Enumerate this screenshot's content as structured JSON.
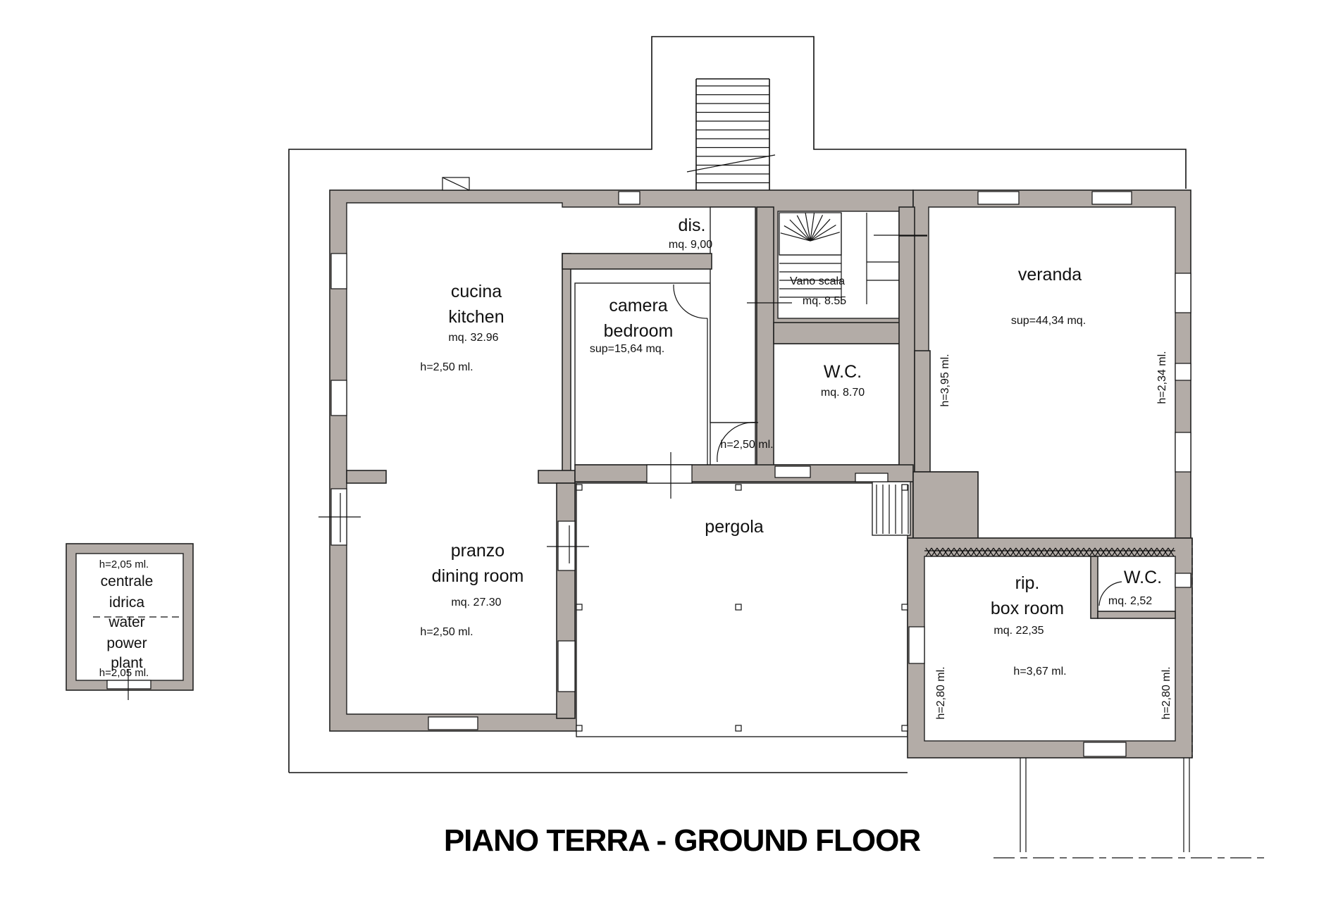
{
  "title": "PIANO TERRA - GROUND FLOOR",
  "rooms": {
    "kitchen": {
      "it": "cucina",
      "en": "kitchen",
      "area": "mq. 32.96",
      "height": "h=2,50 ml."
    },
    "dining": {
      "it": "pranzo",
      "en": "dining room",
      "area": "mq. 27.30",
      "height": "h=2,50 ml."
    },
    "bedroom": {
      "it": "camera",
      "en": "bedroom",
      "area": "sup=15,64 mq.",
      "height": "h=2,50 ml."
    },
    "dis": {
      "name": "dis.",
      "area": "mq. 9,00"
    },
    "stair": {
      "name": "Vano scala",
      "area": "mq. 8.55"
    },
    "wc1": {
      "name": "W.C.",
      "area": "mq. 8.70"
    },
    "veranda": {
      "name": "veranda",
      "area": "sup=44,34 mq.",
      "h_left": "h=3,95 ml.",
      "h_right": "h=2,34 ml."
    },
    "pergola": {
      "name": "pergola"
    },
    "boxroom": {
      "it": "rip.",
      "en": "box room",
      "area": "mq. 22,35",
      "height": "h=3,67 ml.",
      "h_left": "h=2,80 ml.",
      "h_right": "h=2,80 ml."
    },
    "wc2": {
      "name": "W.C.",
      "area": "mq. 2,52"
    },
    "plant": {
      "lines": [
        "centrale",
        "idrica",
        "water",
        "power",
        "plant"
      ],
      "h_top": "h=2,05 ml.",
      "h_bottom": "h=2,05 ml."
    }
  }
}
